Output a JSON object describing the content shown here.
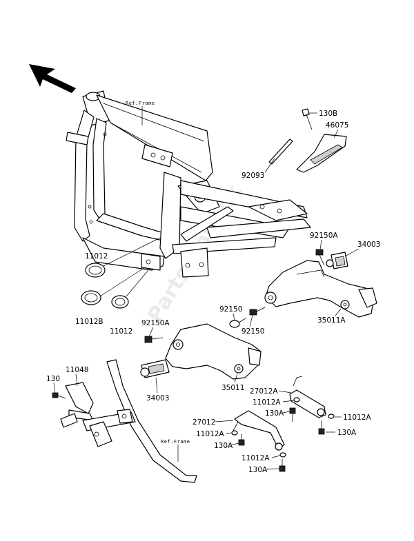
{
  "diagram": {
    "ref_frame_label_top": "Ref.Frame",
    "ref_frame_label_bottom": "Ref.Frame",
    "watermark": "Partsrepublik",
    "labels": {
      "p130B": "130B",
      "p46075": "46075",
      "p92093": "92093",
      "p92150A_top": "92150A",
      "p34003_top": "34003",
      "p11012_left": "11012",
      "p11012B": "11012B",
      "p11012_mid": "11012",
      "p92150_upper": "92150",
      "p92150_lower": "92150",
      "p35011A": "35011A",
      "p92150A_mid": "92150A",
      "p34003_mid": "34003",
      "p35011": "35011",
      "p11048": "11048",
      "p130": "130",
      "p27012A": "27012A",
      "p11012A_1": "11012A",
      "p130A_1": "130A",
      "p11012A_2": "11012A",
      "p27012": "27012",
      "p11012A_3": "11012A",
      "p130A_2": "130A",
      "p130A_3": "130A",
      "p11012A_4": "11012A",
      "p130A_4": "130A"
    }
  }
}
